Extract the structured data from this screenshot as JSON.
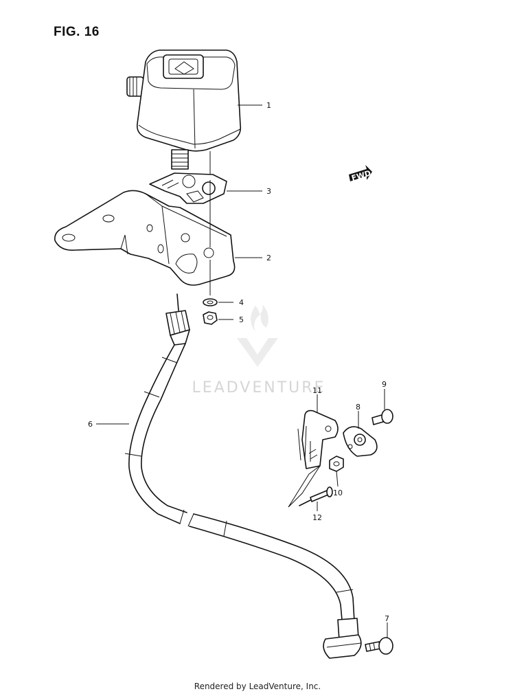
{
  "figure_title": "FIG. 16",
  "footer_text": "Rendered by LeadVenture, Inc.",
  "watermark_text": "LEADVENTURE",
  "fwd_label": "FWD",
  "callouts": [
    {
      "id": "1",
      "label": "1"
    },
    {
      "id": "2",
      "label": "2"
    },
    {
      "id": "3",
      "label": "3"
    },
    {
      "id": "4",
      "label": "4"
    },
    {
      "id": "5",
      "label": "5"
    },
    {
      "id": "6",
      "label": "6"
    },
    {
      "id": "7",
      "label": "7"
    },
    {
      "id": "8",
      "label": "8"
    },
    {
      "id": "9",
      "label": "9"
    },
    {
      "id": "10",
      "label": "10"
    },
    {
      "id": "11",
      "label": "11"
    },
    {
      "id": "12",
      "label": "12"
    }
  ]
}
